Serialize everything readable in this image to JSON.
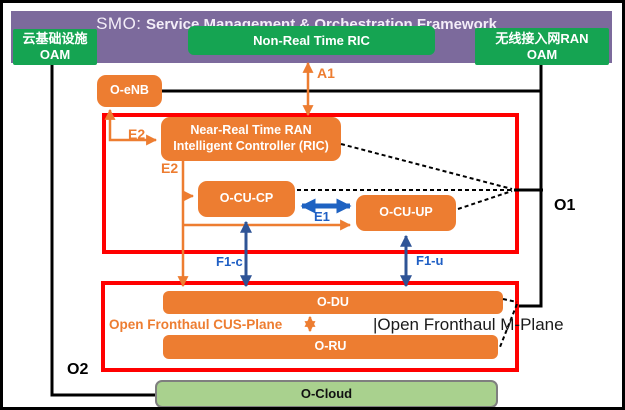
{
  "header": {
    "prefix": "SMO:",
    "title": "Service Management & Orchestration Framework"
  },
  "smo_children": {
    "cloud_oam": {
      "line1": "云基础设施",
      "line2": "OAM"
    },
    "non_rt_ric": {
      "label": "Non-Real Time RIC"
    },
    "ran_oam": {
      "line1": "无线接入网RAN",
      "line2": "OAM"
    }
  },
  "nodes": {
    "o_enb": {
      "label": "O-eNB"
    },
    "near_rt_ric": {
      "line1": "Near-Real Time RAN",
      "line2": "Intelligent Controller (RIC)"
    },
    "o_cu_cp": {
      "label": "O-CU-CP"
    },
    "o_cu_up": {
      "label": "O-CU-UP"
    },
    "o_du": {
      "label": "O-DU"
    },
    "o_ru": {
      "label": "O-RU"
    },
    "o_cloud": {
      "label": "O-Cloud"
    }
  },
  "interfaces": {
    "a1": "A1",
    "e2_enb": "E2",
    "e2_ric": "E2",
    "e1": "E1",
    "f1_c": "F1-c",
    "f1_u": "F1-u",
    "o1": "O1",
    "o2": "O2"
  },
  "annotations": {
    "cus_plane": "Open Fronthaul CUS-Plane",
    "m_plane": "|Open Fronthaul M-Plane"
  },
  "colors": {
    "band_purple": "#7C6A9C",
    "node_green": "#15A452",
    "node_orange": "#ED7D31",
    "group_red": "#FF0000",
    "arrow_blue_bright": "#1E62C2",
    "arrow_blue_navy": "#2F5496",
    "cloud_green": "#A9D18E",
    "line_black": "#000000"
  }
}
